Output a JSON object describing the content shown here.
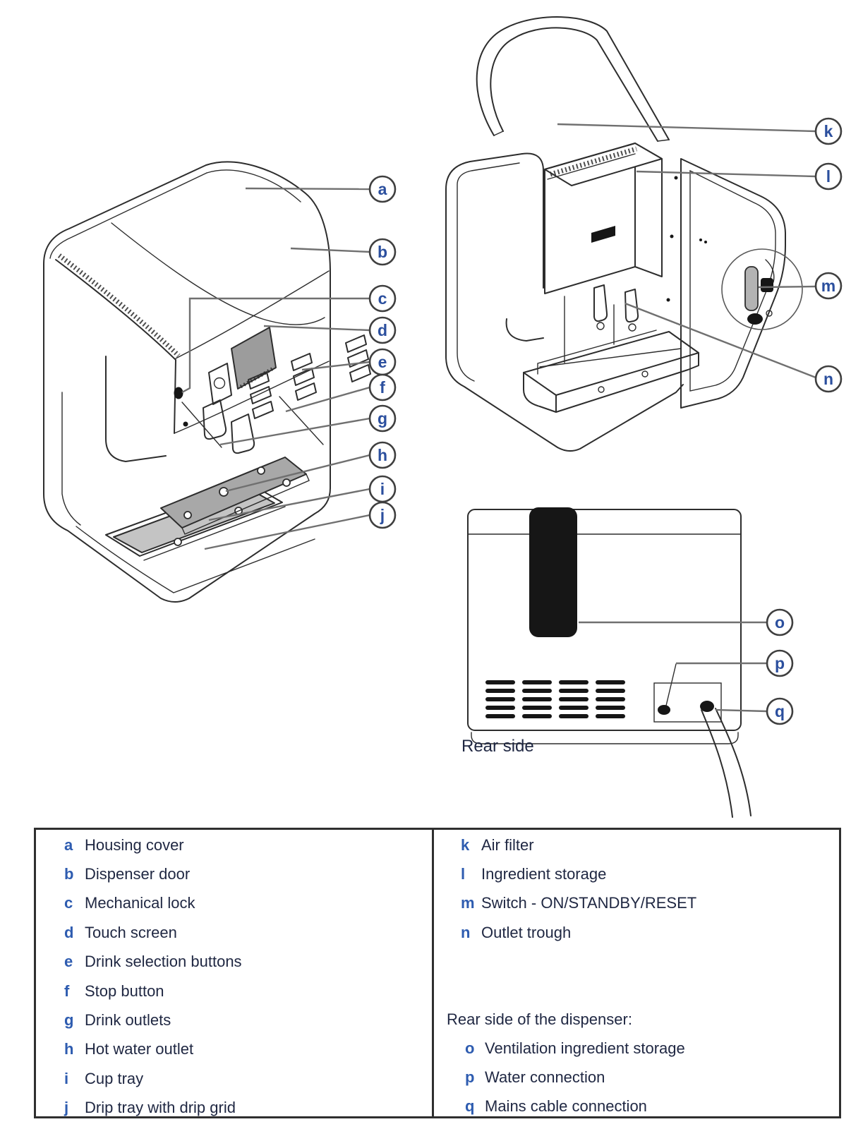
{
  "colors": {
    "line_art": "#2d2d2d",
    "leader_line": "#707070",
    "callout_letter": "#2b4f9e",
    "legend_key": "#2e5cb0",
    "legend_text": "#1f2742",
    "table_border": "#2f2f2f",
    "touch_screen_fill": "#9c9c9c",
    "cup_tray_fill": "#a8a8a8",
    "drip_tray_fill": "#c4c4c4",
    "vent_fill": "#161616"
  },
  "diagrams": {
    "front_view": {
      "callouts": [
        {
          "letter": "a"
        },
        {
          "letter": "b"
        },
        {
          "letter": "c"
        },
        {
          "letter": "d"
        },
        {
          "letter": "e"
        },
        {
          "letter": "f"
        },
        {
          "letter": "g"
        },
        {
          "letter": "h"
        },
        {
          "letter": "i"
        },
        {
          "letter": "j"
        }
      ]
    },
    "open_view": {
      "callouts": [
        {
          "letter": "k"
        },
        {
          "letter": "l"
        },
        {
          "letter": "m"
        },
        {
          "letter": "n"
        }
      ]
    },
    "rear_view": {
      "caption": "Rear side",
      "callouts": [
        {
          "letter": "o"
        },
        {
          "letter": "p"
        },
        {
          "letter": "q"
        }
      ]
    }
  },
  "legend": {
    "left_column": [
      {
        "key": "a",
        "label": "Housing cover"
      },
      {
        "key": "b",
        "label": "Dispenser door"
      },
      {
        "key": "c",
        "label": "Mechanical lock"
      },
      {
        "key": "d",
        "label": "Touch screen"
      },
      {
        "key": "e",
        "label": "Drink selection buttons"
      },
      {
        "key": "f",
        "label": "Stop button"
      },
      {
        "key": "g",
        "label": "Drink outlets"
      },
      {
        "key": "h",
        "label": "Hot water outlet"
      },
      {
        "key": "i",
        "label": "Cup tray"
      },
      {
        "key": "j",
        "label": "Drip tray with drip grid"
      }
    ],
    "right_column": [
      {
        "key": "k",
        "label": "Air filter"
      },
      {
        "key": "l",
        "label": "Ingredient storage"
      },
      {
        "key": "m",
        "label": "Switch - ON/STANDBY/RESET"
      },
      {
        "key": "n",
        "label": "Outlet trough"
      }
    ],
    "rear_heading": "Rear side of the dispenser:",
    "rear_items": [
      {
        "key": "o",
        "label": "Ventilation ingredient storage"
      },
      {
        "key": "p",
        "label": "Water connection"
      },
      {
        "key": "q",
        "label": "Mains cable connection"
      }
    ]
  }
}
